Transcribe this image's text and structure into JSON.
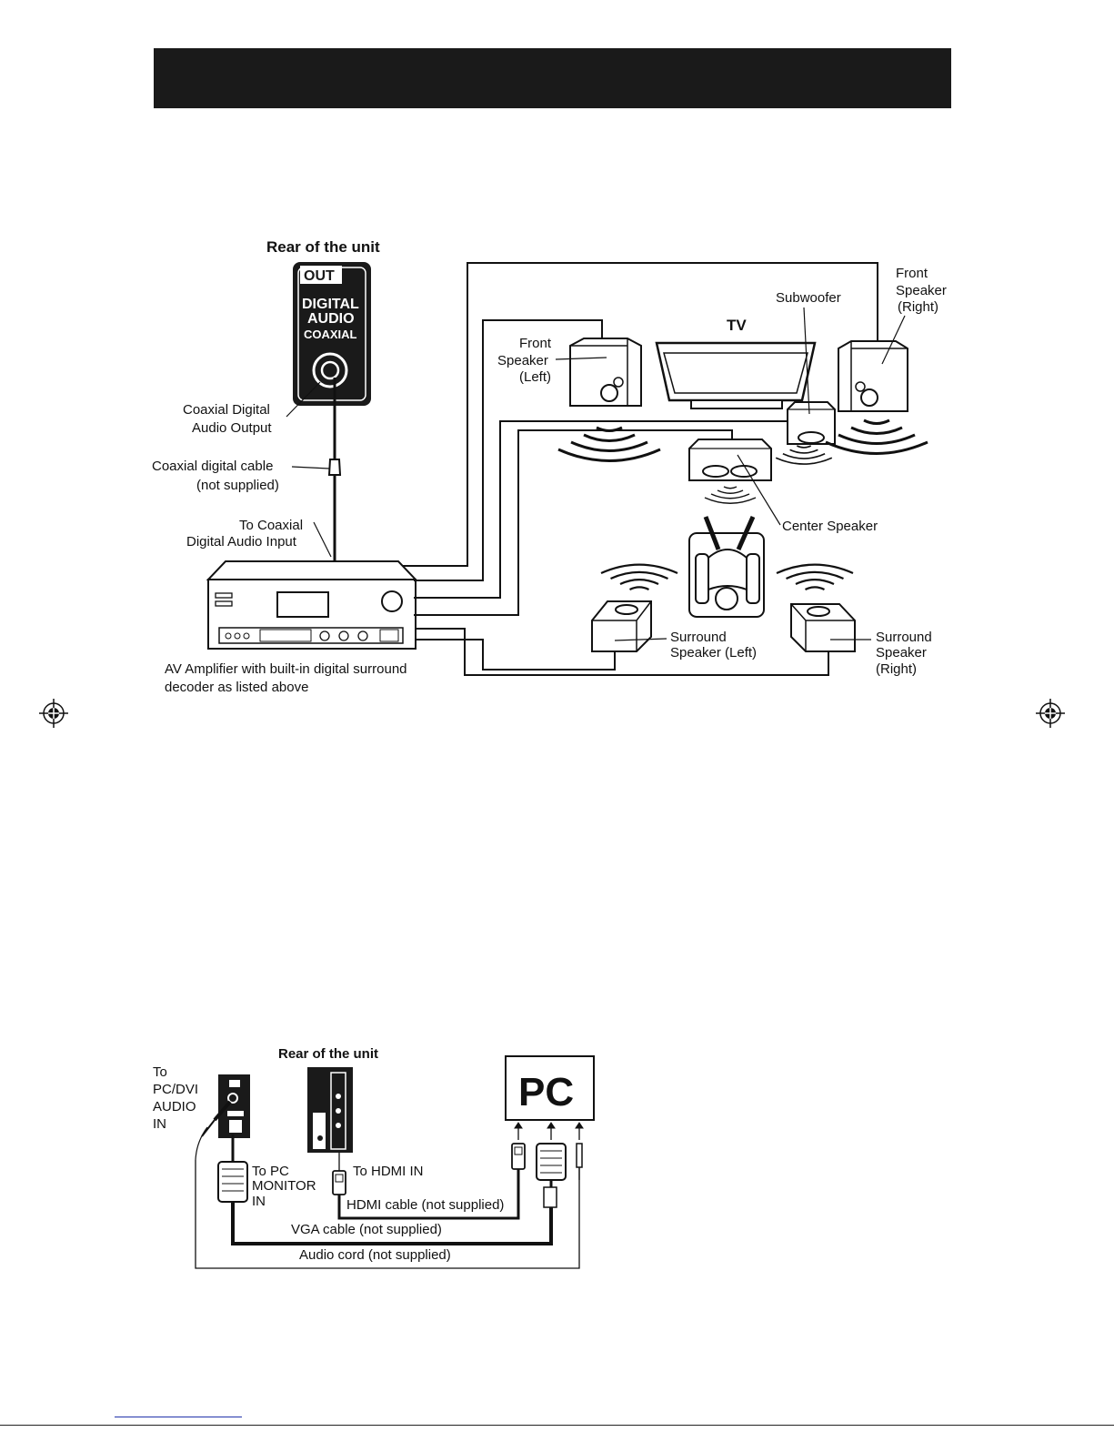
{
  "colors": {
    "header_bar": "#1a1a1a",
    "line": "#111111",
    "panel": "#1a1a1a",
    "link_rule": "#2233aa"
  },
  "surround_diagram": {
    "rear_title": "Rear of the unit",
    "panel_out": "OUT",
    "panel_line1": "DIGITAL",
    "panel_line2": "AUDIO",
    "panel_line3": "COAXIAL",
    "coax_output_1": "Coaxial Digital",
    "coax_output_2": "Audio Output",
    "coax_cable_1": "Coaxial digital cable",
    "coax_cable_2": "(not supplied)",
    "to_coax_1": "To Coaxial",
    "to_coax_2": "Digital Audio Input",
    "amp_caption_1": "AV Amplifier with built-in digital surround",
    "amp_caption_2": "decoder as listed above",
    "tv": "TV",
    "subwoofer": "Subwoofer",
    "front_left_1": "Front",
    "front_left_2": "Speaker",
    "front_left_3": "(Left)",
    "front_right_1": "Front",
    "front_right_2": "Speaker",
    "front_right_3": "(Right)",
    "center": "Center Speaker",
    "surround_left_1": "Surround",
    "surround_left_2": "Speaker (Left)",
    "surround_right_1": "Surround",
    "surround_right_2": "Speaker",
    "surround_right_3": "(Right)"
  },
  "pc_diagram": {
    "rear_title": "Rear of the unit",
    "to_audio_1": "To",
    "to_audio_2": "PC/DVI",
    "to_audio_3": "AUDIO",
    "to_audio_4": "IN",
    "pc_label": "PC",
    "to_pc_1": "To PC",
    "to_pc_2": "MONITOR",
    "to_pc_3": "IN",
    "to_hdmi": "To HDMI IN",
    "hdmi_cable": "HDMI cable (not supplied)",
    "vga_cable": "VGA cable (not supplied)",
    "audio_cord": "Audio cord (not supplied)"
  },
  "icons": [
    "registration-mark-icon",
    "speaker-icon",
    "sound-wave-icon",
    "listener-icon",
    "amplifier-icon",
    "tv-icon"
  ]
}
